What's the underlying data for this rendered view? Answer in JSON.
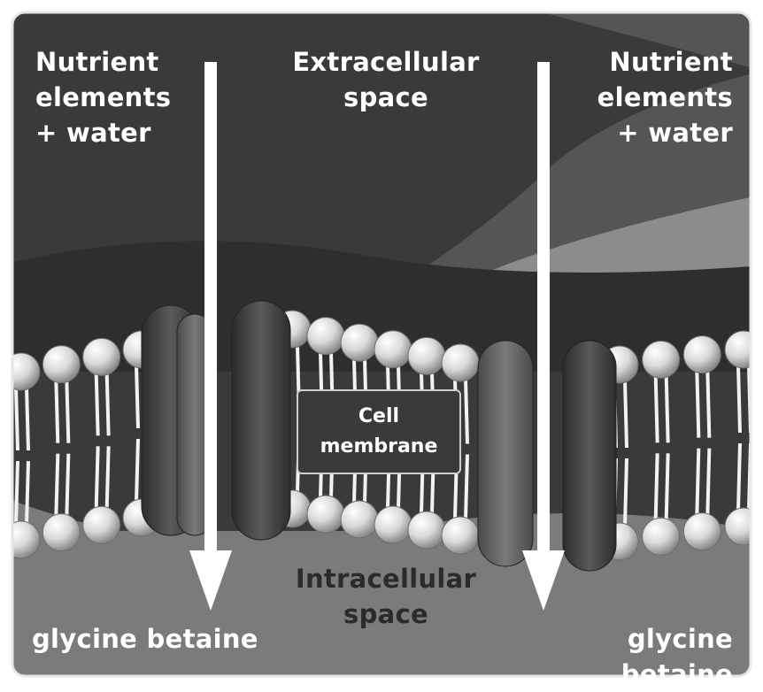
{
  "labels": {
    "nutrient_left": "Nutrient\nelements\n+ water",
    "extracellular": "Extracellular\nspace",
    "nutrient_right": "Nutrient\nelements\n+ water",
    "cell_membrane": "Cell\nmembrane",
    "intracellular": "Intracellular\nspace",
    "glycine_left": "glycine betaine",
    "glycine_right": "glycine betaine"
  },
  "colors": {
    "frame": "#2f2f2f",
    "extracellular_light": "#8c8c8c",
    "intracellular": "#7a7a7a",
    "protein_dark": "#3d3d3d",
    "arrow": "#ffffff"
  }
}
